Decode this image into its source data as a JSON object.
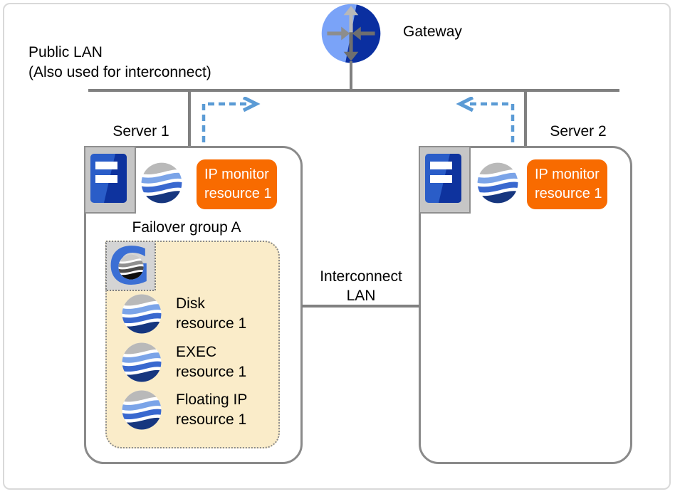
{
  "diagram": {
    "gateway_label": "Gateway",
    "public_lan": {
      "line1": "Public LAN",
      "line2": "(Also used for interconnect)"
    },
    "interconnect_lan": {
      "line1": "Interconnect",
      "line2": "LAN"
    },
    "servers": [
      {
        "name": "Server 1",
        "monitor_line1": "IP monitor",
        "monitor_line2": "resource 1"
      },
      {
        "name": "Server 2",
        "monitor_line1": "IP monitor",
        "monitor_line2": "resource 1"
      }
    ],
    "failover_group": {
      "title": "Failover group A",
      "icon_letter": "G",
      "resources": [
        {
          "line1": "Disk",
          "line2": "resource 1"
        },
        {
          "line1": "EXEC",
          "line2": "resource 1"
        },
        {
          "line1": "Floating IP",
          "line2": "resource 1"
        }
      ]
    },
    "colors": {
      "badge_orange": "#F86B00",
      "group_fill": "#FAECC9",
      "arrow_blue": "#5B9BD5",
      "line_gray": "#808080",
      "box_border_gray": "#8A8A8A",
      "sphere_gray": "#B9B9B9",
      "sphere_light_blue": "#7BA4E8",
      "sphere_mid_blue": "#3968CF",
      "sphere_navy": "#16367F",
      "server_tower_light": "#2A5DC8",
      "server_tower_dark": "#0E339E",
      "gateway_light": "#7AA3F8",
      "gateway_dark": "#0A2FA0",
      "g_letter_blue": "#3B6FD4"
    }
  }
}
